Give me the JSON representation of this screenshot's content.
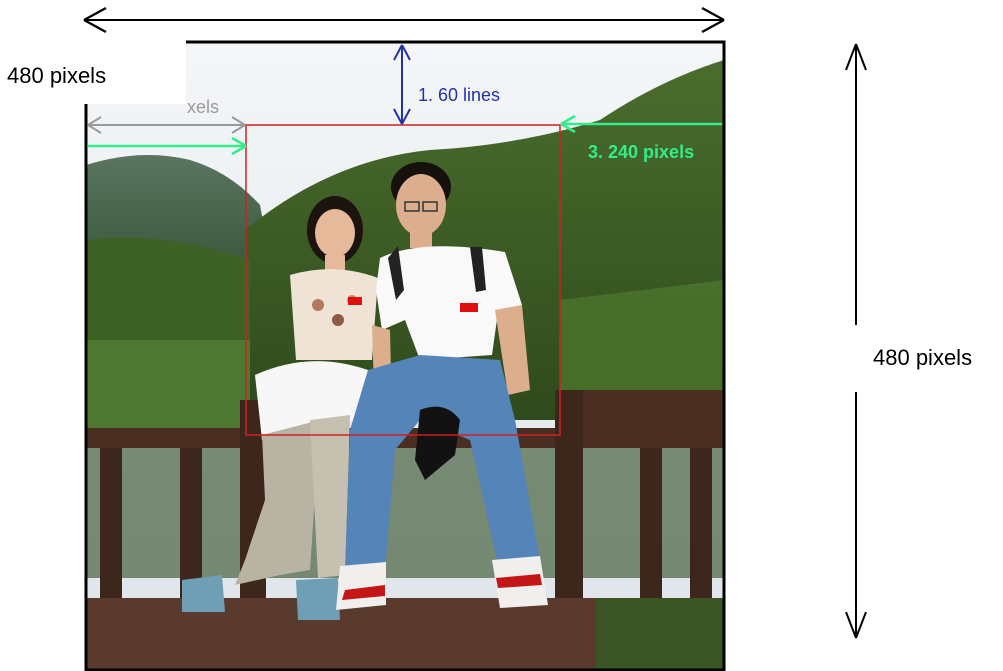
{
  "labels": {
    "width_top": "480 pixels",
    "height_right": "480 pixels",
    "top_margin": "1. 60 lines",
    "right_margin": "3. 240 pixels",
    "left_margin_partial": "xels"
  },
  "colors": {
    "frame": "#000000",
    "crop_box": "#d02020",
    "top_margin": "#2233aa",
    "right_margin": "#33ee88",
    "left_margin": "#9a9a9a",
    "dimension_arrows": "#000000"
  },
  "photo": {
    "scene": "two-people-seated-on-wooden-bench-mountain-background"
  }
}
